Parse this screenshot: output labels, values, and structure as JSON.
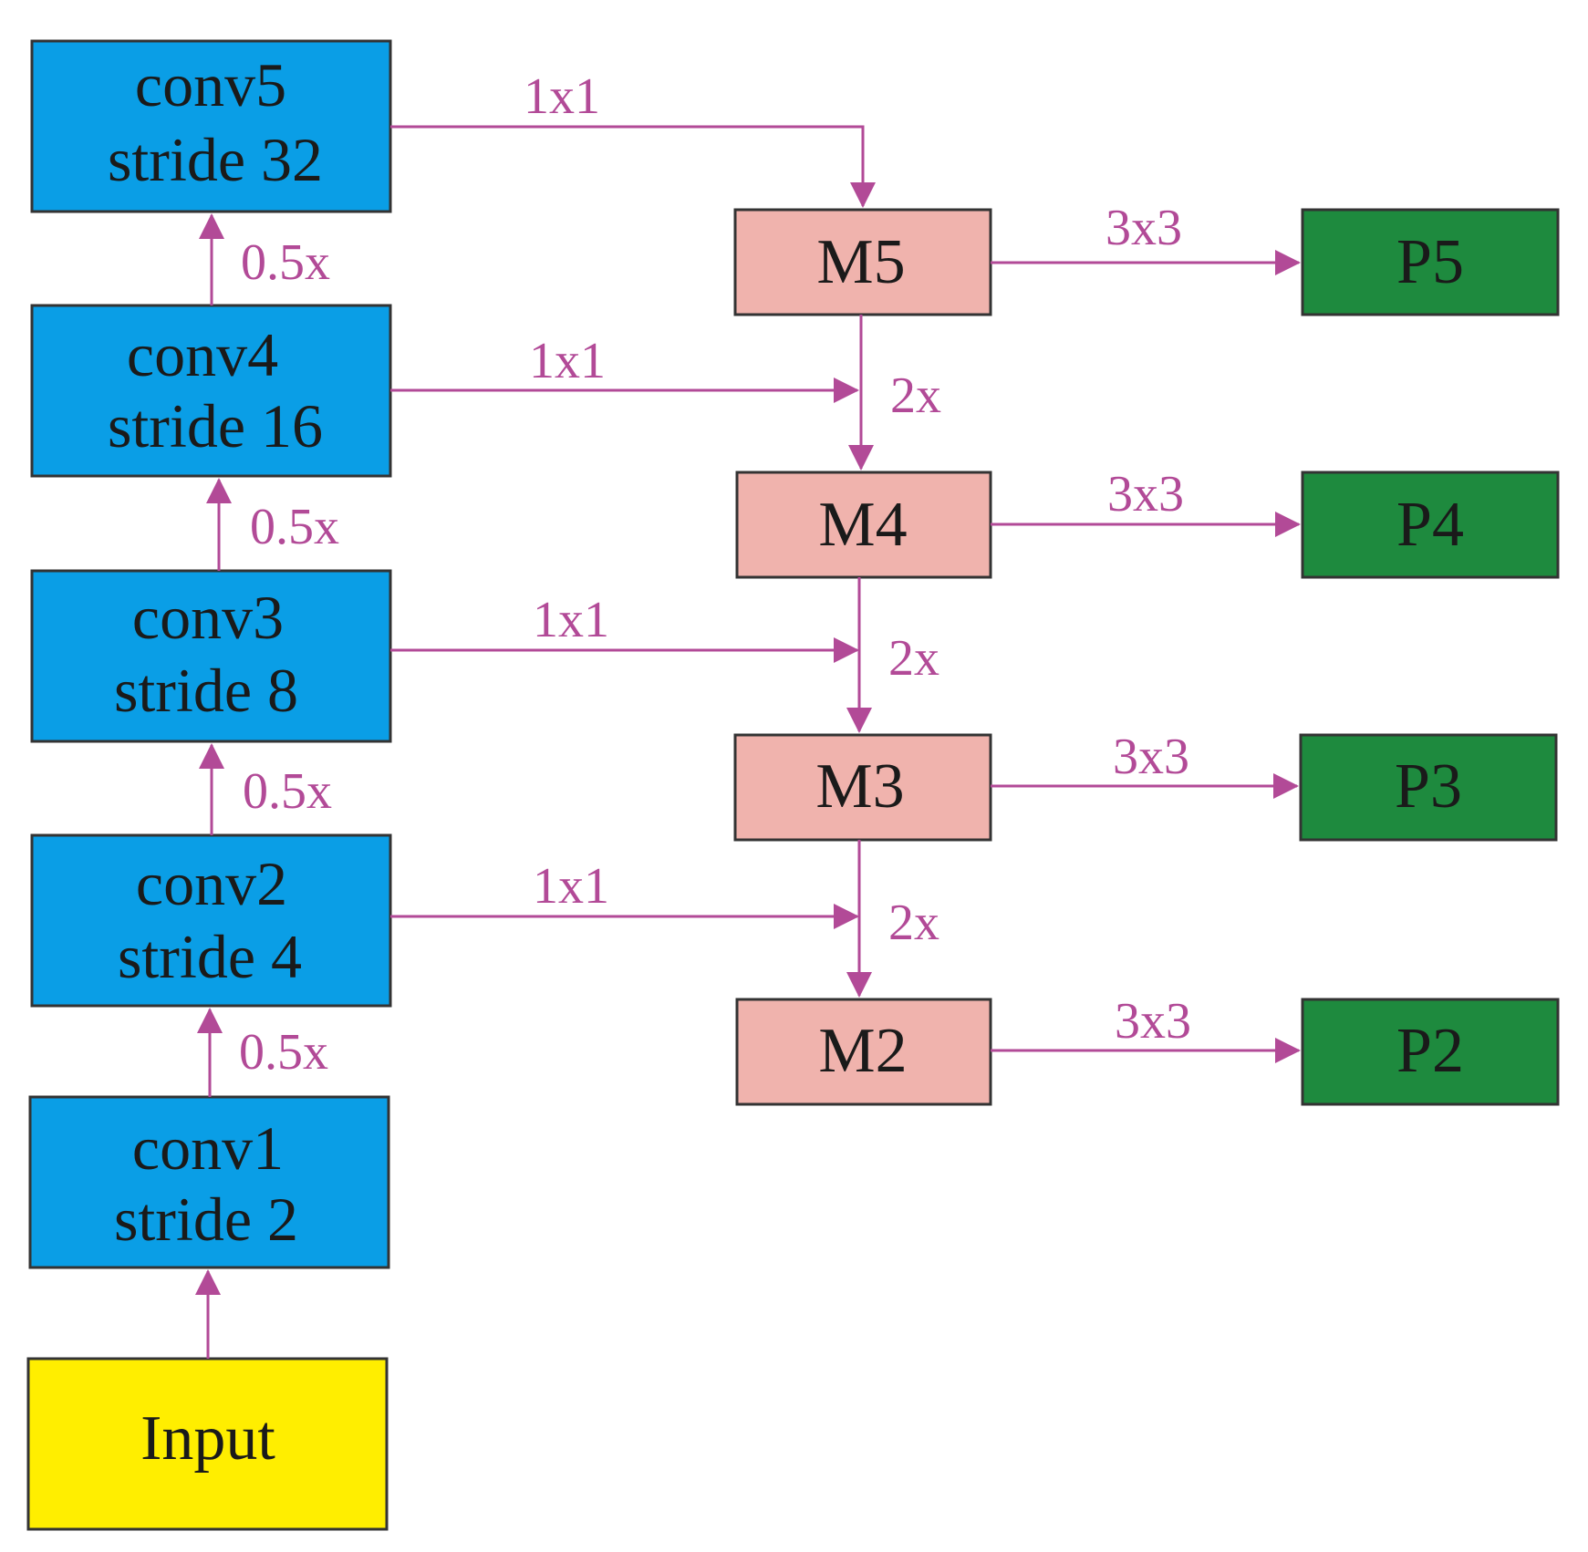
{
  "nodes": {
    "conv5": {
      "line1": "conv5",
      "line2": "stride 32"
    },
    "conv4": {
      "line1": "conv4",
      "line2": "stride 16"
    },
    "conv3": {
      "line1": "conv3",
      "line2": "stride 8"
    },
    "conv2": {
      "line1": "conv2",
      "line2": "stride 4"
    },
    "conv1": {
      "line1": "conv1",
      "line2": "stride 2"
    },
    "input": {
      "label": "Input"
    },
    "m5": {
      "label": "M5"
    },
    "m4": {
      "label": "M4"
    },
    "m3": {
      "label": "M3"
    },
    "m2": {
      "label": "M2"
    },
    "p5": {
      "label": "P5"
    },
    "p4": {
      "label": "P4"
    },
    "p3": {
      "label": "P3"
    },
    "p2": {
      "label": "P2"
    }
  },
  "edge_labels": {
    "downsample": "0.5x",
    "lateral": "1x1",
    "upsample": "2x",
    "output": "3x3"
  },
  "colors": {
    "backbone": "#0a9ee6",
    "merge": "#f0b3ad",
    "output": "#1e8a3e",
    "input": "#ffee00",
    "arrow": "#b24a97"
  }
}
